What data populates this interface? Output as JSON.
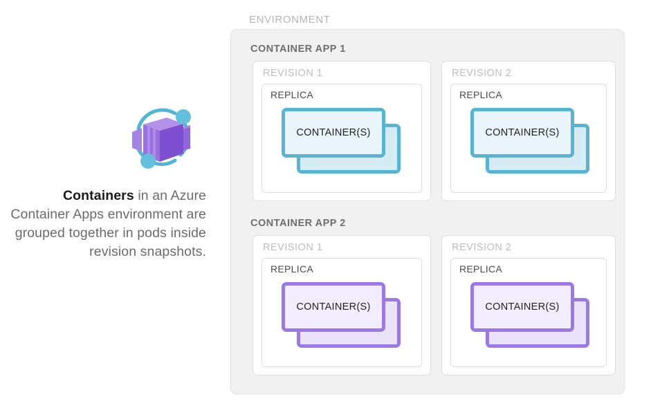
{
  "caption": {
    "bold_lead": "Containers",
    "rest": " in an Azure Container Apps environment are grouped together in pods inside revision snapshots."
  },
  "logo": {
    "name": "azure-container-apps-logo",
    "box_color_light": "#b292e8",
    "box_color_mid": "#9a6fe0",
    "box_color_dark": "#7e4fd1",
    "ring_color": "#4fb6d8"
  },
  "diagram": {
    "environment_label": "ENVIRONMENT",
    "apps": [
      {
        "label": "CONTAINER APP 1",
        "accent": "#58b4d4",
        "variant": "blue",
        "revisions": [
          {
            "label": "REVISION 1",
            "replica_label": "REPLICA",
            "container_label": "CONTAINER(S)"
          },
          {
            "label": "REVISION 2",
            "replica_label": "REPLICA",
            "container_label": "CONTAINER(S)"
          }
        ]
      },
      {
        "label": "CONTAINER APP 2",
        "accent": "#9b7ae8",
        "variant": "purple",
        "revisions": [
          {
            "label": "REVISION 1",
            "replica_label": "REPLICA",
            "container_label": "CONTAINER(S)"
          },
          {
            "label": "REVISION 2",
            "replica_label": "REPLICA",
            "container_label": "CONTAINER(S)"
          }
        ]
      }
    ]
  }
}
